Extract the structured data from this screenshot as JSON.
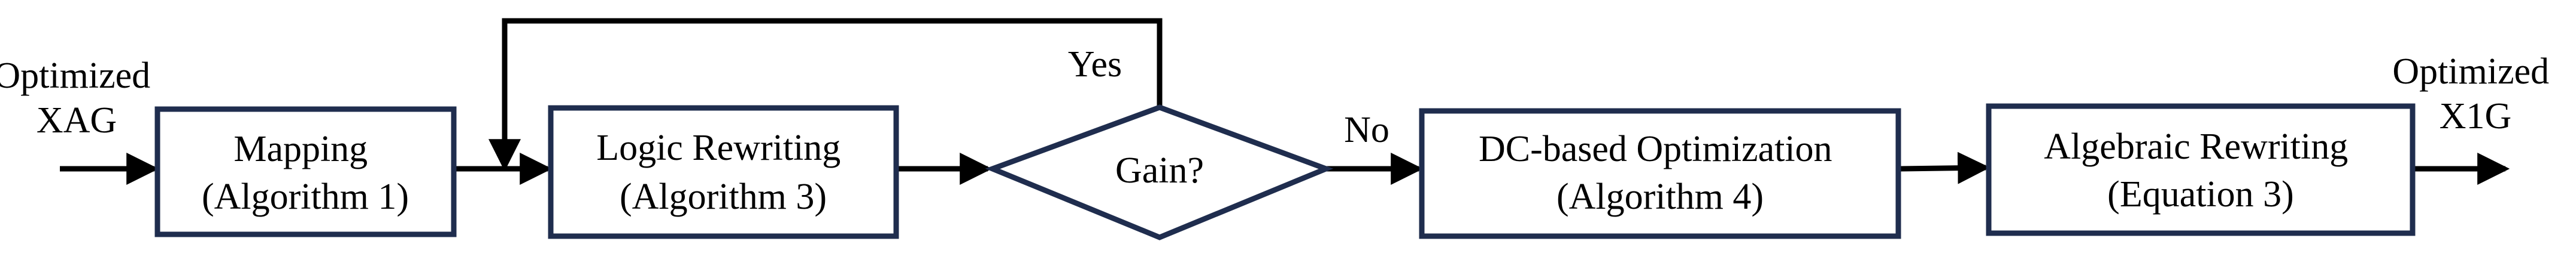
{
  "input_label": [
    "Optimized",
    "XAG"
  ],
  "output_label": [
    "Optimized",
    "X1G"
  ],
  "nodes": {
    "mapping": [
      "Mapping",
      "(Algorithm 1)"
    ],
    "logic_rewriting": [
      "Logic Rewriting",
      "(Algorithm 3)"
    ],
    "gain_decision": "Gain?",
    "dc_optimization": [
      "DC-based Optimization",
      "(Algorithm 4)"
    ],
    "algebraic_rewriting": [
      "Algebraic Rewriting",
      "(Equation 3)"
    ]
  },
  "edge_labels": {
    "yes": "Yes",
    "no": "No"
  },
  "colors": {
    "box_border": "#1f2d4e",
    "arrow": "#000000",
    "text": "#000000"
  }
}
